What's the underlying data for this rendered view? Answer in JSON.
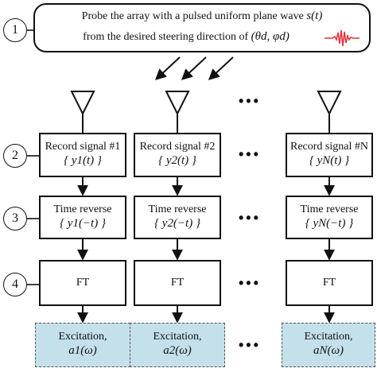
{
  "probe": {
    "line1": "Probe the array with a pulsed uniform plane wave",
    "line1_math": "s(t)",
    "line2": "from the desired steering direction of",
    "line2_math": "(θd, φd)"
  },
  "steps": [
    "1",
    "2",
    "3",
    "4"
  ],
  "columns": [
    {
      "record_label": "Record signal #1",
      "record_signal": "{ y1(t) }",
      "reverse_label": "Time reverse",
      "reverse_signal": "{ y1(−t) }",
      "ft_label": "FT",
      "excitation_label": "Excitation,",
      "excitation_signal": "a1(ω)"
    },
    {
      "record_label": "Record signal #2",
      "record_signal": "{ y2(t) }",
      "reverse_label": "Time reverse",
      "reverse_signal": "{ y2(−t) }",
      "ft_label": "FT",
      "excitation_label": "Excitation,",
      "excitation_signal": "a2(ω)"
    },
    {
      "record_label": "Record signal #N",
      "record_signal": "{ yN(t) }",
      "reverse_label": "Time reverse",
      "reverse_signal": "{ yN(−t) }",
      "ft_label": "FT",
      "excitation_label": "Excitation,",
      "excitation_signal": "aN(ω)"
    }
  ],
  "ellipsis": "•••",
  "colors": {
    "line": "#111111",
    "excitation_fill": "#c4e0ea",
    "pulse": "#e0303a"
  },
  "icons": [
    "antenna-icon",
    "pulse-waveform-icon",
    "incident-arrow-icon",
    "down-arrow-icon"
  ]
}
